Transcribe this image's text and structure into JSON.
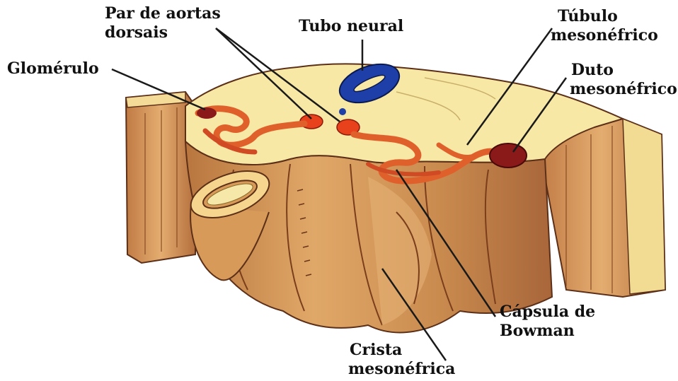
{
  "labels": {
    "par_aortas": {
      "line1": "Par de aortas",
      "line2": "dorsais"
    },
    "tubo_neural": "Tubo neural",
    "tubulo": {
      "line1": "Túbulo",
      "line2": "mesonéfrico"
    },
    "glomerulo": "Glomérulo",
    "duto": {
      "line1": "Duto",
      "line2": "mesonéfrico"
    },
    "capsula": {
      "line1": "Cápsula de",
      "line2": "Bowman"
    },
    "crista": {
      "line1": "Crista",
      "line2": "mesonéfrica"
    }
  },
  "colors": {
    "background": "#ffffff",
    "mesoderm_surface": "#f8e8a6",
    "tissue_side": "#d79a58",
    "tissue_shadow": "#9a5a2c",
    "neural_tube": "#1f3fa8",
    "aorta": "#e8421c",
    "tubule": "#e0602c",
    "duct": "#8a1a1a",
    "text": "#111111"
  }
}
